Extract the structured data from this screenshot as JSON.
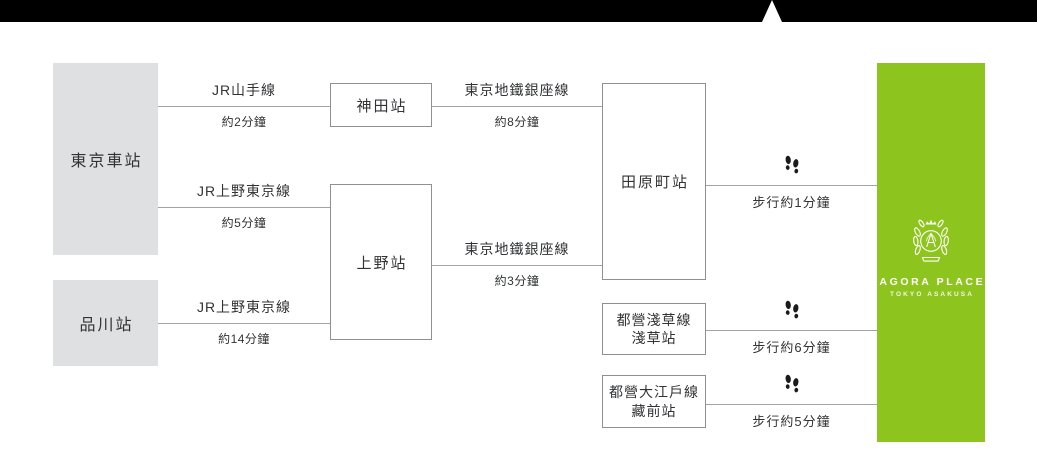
{
  "palette": {
    "header_bar": "#000000",
    "hotel_green": "#8ec41e",
    "origin_box_gray": "#dfe0e2",
    "connector_line_gray": "#a1a3a5",
    "box_border_gray": "#8e9194",
    "text_dark": "#323335",
    "footprint_black": "#1b1b1b",
    "logo_white": "#ffffff"
  },
  "stations": {
    "tokyo": "東京車站",
    "shinagawa": "品川站",
    "kanda": "神田站",
    "ueno": "上野站",
    "tawaramachi": "田原町站",
    "asakusa_line": "都營淺草線",
    "asakusa": "淺草站",
    "oedo_line": "都營大江戶線",
    "kuramae": "藏前站"
  },
  "segments": {
    "tokyo_kanda": {
      "line": "JR山手線",
      "time": "約2分鐘"
    },
    "kanda_tawaramachi": {
      "line": "東京地鐵銀座線",
      "time": "約8分鐘"
    },
    "tokyo_ueno": {
      "line": "JR上野東京線",
      "time": "約5分鐘"
    },
    "ueno_tawaramachi": {
      "line": "東京地鐵銀座線",
      "time": "約3分鐘"
    },
    "shinagawa_ueno": {
      "line": "JR上野東京線",
      "time": "約14分鐘"
    },
    "tawaramachi_walk": {
      "label": "步行約1分鐘"
    },
    "asakusa_walk": {
      "label": "步行約6分鐘"
    },
    "kuramae_walk": {
      "label": "步行約5分鐘"
    }
  },
  "hotel": {
    "name": "AGORA PLACE",
    "subtitle": "TOKYO ASAKUSA"
  }
}
